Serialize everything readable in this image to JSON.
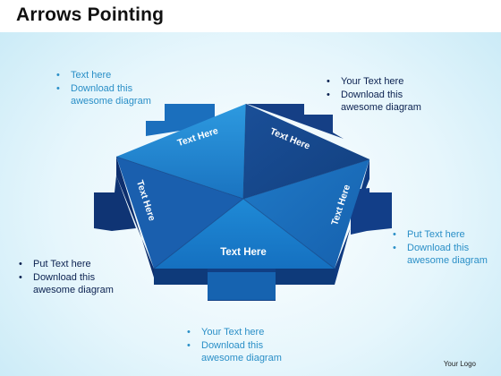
{
  "title": "Arrows Pointing",
  "logo": "Your Logo",
  "segments": [
    {
      "label": "Text Here"
    },
    {
      "label": "Text Here"
    },
    {
      "label": "Text Here"
    },
    {
      "label": "Text Here"
    },
    {
      "label": "Text Here"
    }
  ],
  "callouts": [
    {
      "line1": "Text here",
      "line2": "Download  this",
      "line3": "awesome diagram"
    },
    {
      "line1": "Your Text here",
      "line2": "Download  this",
      "line3": "awesome diagram"
    },
    {
      "line1": "Put Text here",
      "line2": "Download  this",
      "line3": "awesome diagram"
    },
    {
      "line1": "Put Text here",
      "line2": "Download  this",
      "line3": "awesome diagram"
    },
    {
      "line1": "Your Text here",
      "line2": "Download  this",
      "line3": "awesome diagram"
    }
  ],
  "colors": {
    "segment_light": "#1f8ad1",
    "segment_dark": "#14519a",
    "side_dark": "#0c2a66",
    "callout_blue": "#2a8fc7",
    "callout_navy": "#0b2150"
  }
}
